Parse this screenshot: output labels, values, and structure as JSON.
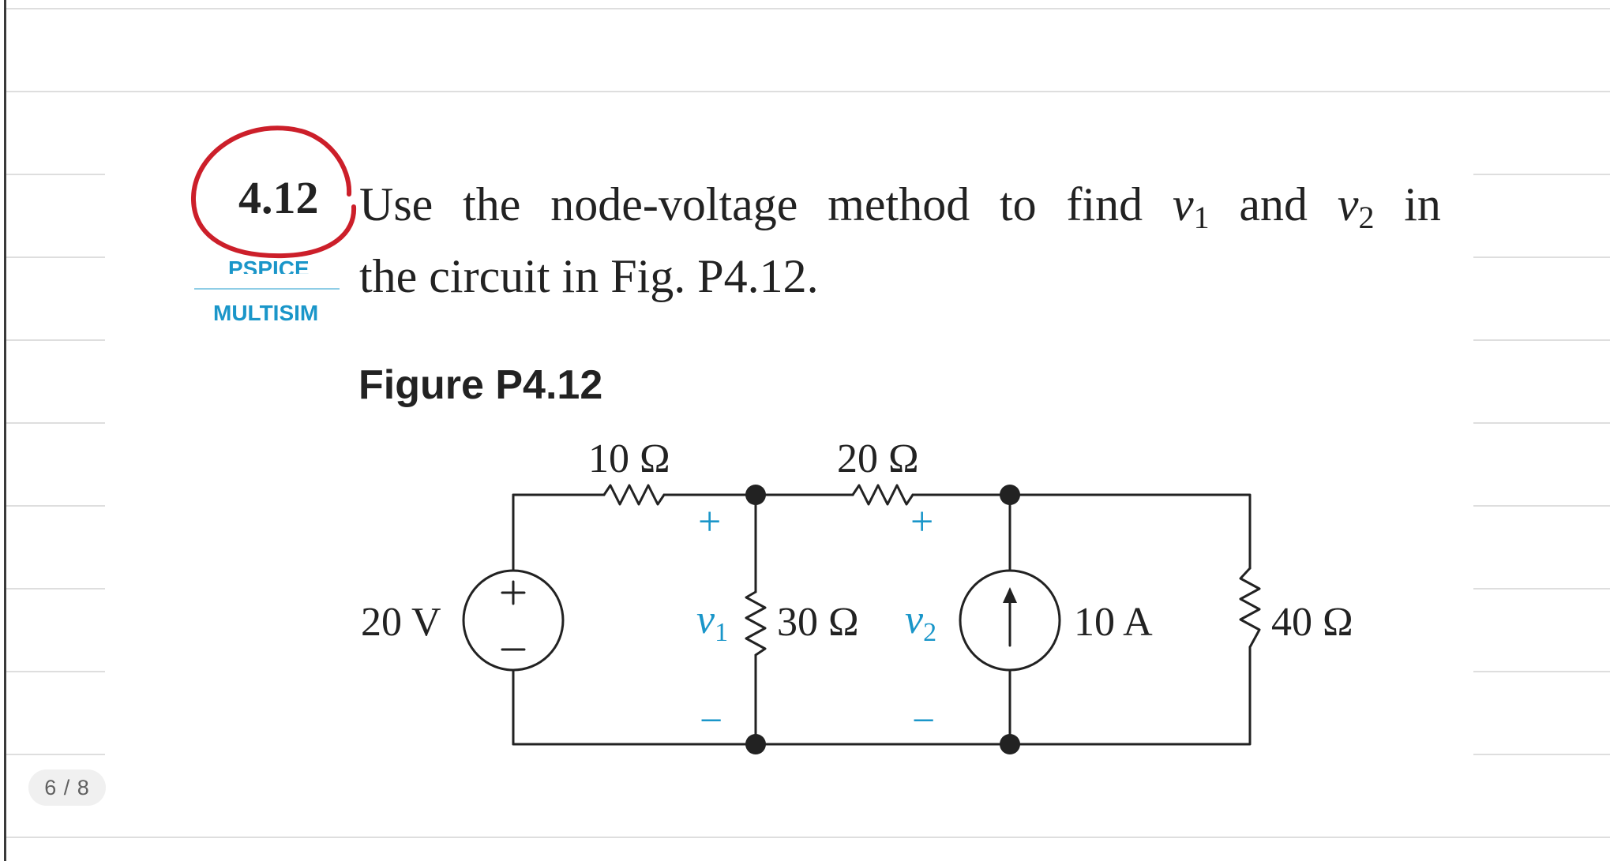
{
  "viewer": {
    "page_counter": "6 / 8"
  },
  "problem": {
    "number": "4.12",
    "tags": [
      "PSPICE",
      "MULTISIM"
    ],
    "text_line1_words": [
      "Use",
      "the",
      "node-voltage",
      "method",
      "to",
      "find"
    ],
    "var1": "v",
    "var1_sub": "1",
    "and_word": "and",
    "var2": "v",
    "var2_sub": "2",
    "in_word": "in",
    "text_line2": "the circuit in Fig. P4.12.",
    "annotation_color": "#cc1f2a"
  },
  "figure": {
    "caption": "Figure P4.12",
    "components": {
      "r1": "10 Ω",
      "r2": "20 Ω",
      "r3": "30 Ω",
      "r4": "40 Ω",
      "voltage_source": "20 V",
      "current_source": "10 A",
      "vs_plus": "+",
      "vs_minus": "−"
    },
    "voltages": {
      "v1_symbol": "v",
      "v1_sub": "1",
      "v2_symbol": "v",
      "v2_sub": "2",
      "plus": "+",
      "minus": "−"
    },
    "accent_color": "#1a96c9"
  }
}
